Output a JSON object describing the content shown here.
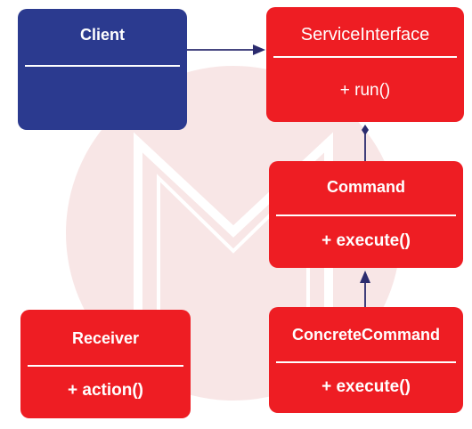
{
  "colors": {
    "client_fill": "#2b3a8f",
    "class_fill": "#ee1d23",
    "connector": "#2b2b6e",
    "watermark": "#f8e6e6"
  },
  "classes": {
    "client": {
      "name": "Client",
      "method": ""
    },
    "service_interface": {
      "name": "ServiceInterface",
      "method": "+ run()"
    },
    "command": {
      "name": "Command",
      "method": "+ execute()"
    },
    "concrete_command": {
      "name": "ConcreteCommand",
      "method": "+ execute()"
    },
    "receiver": {
      "name": "Receiver",
      "method": "+ action()"
    }
  },
  "watermark": {
    "icon": "m-logo-watermark-icon"
  }
}
